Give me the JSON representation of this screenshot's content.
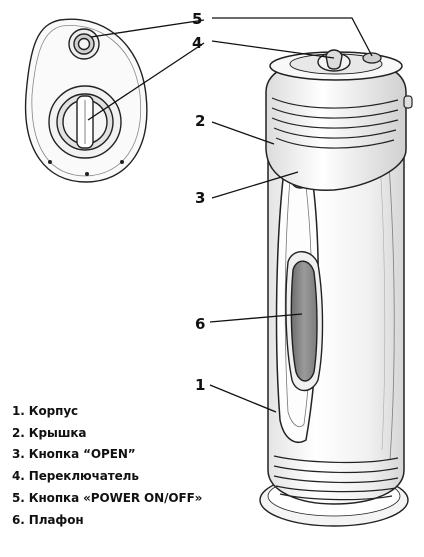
{
  "callouts": [
    {
      "number": "1"
    },
    {
      "number": "2"
    },
    {
      "number": "3"
    },
    {
      "number": "4"
    },
    {
      "number": "5"
    },
    {
      "number": "6"
    }
  ],
  "legend": [
    "1. Корпус",
    "2. Крышка",
    "3. Кнопка “OPEN”",
    "4. Переключатель",
    "5. Кнопка «POWER ON/OFF»",
    "6. Плафон"
  ],
  "colors": {
    "outline": "#222222",
    "lamp_fill": "#8a8a8a",
    "body_fill": "#f2f2f2",
    "shade": "#d9d9d9"
  }
}
